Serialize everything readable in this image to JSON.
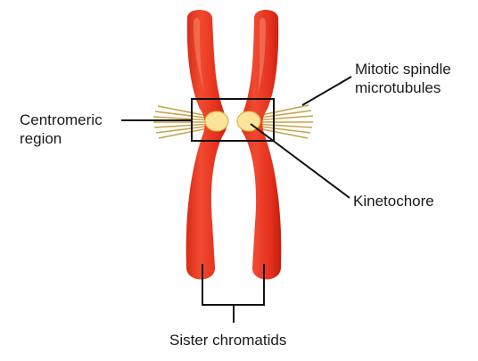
{
  "labels": {
    "centromeric_line1": "Centromeric",
    "centromeric_line2": "region",
    "spindle_line1": "Mitotic spindle",
    "spindle_line2": "microtubules",
    "kinetochore": "Kinetochore",
    "sister_chromatids": "Sister chromatids"
  },
  "colors": {
    "chromatid": "#e8331f",
    "chromatid_shadow": "#c9220f",
    "chromatid_highlight": "#f58a70",
    "kinetochore": "#fbe39a",
    "kinetochore_edge": "#d9b44a",
    "microtubule": "#c7a24a",
    "line": "#111111"
  }
}
